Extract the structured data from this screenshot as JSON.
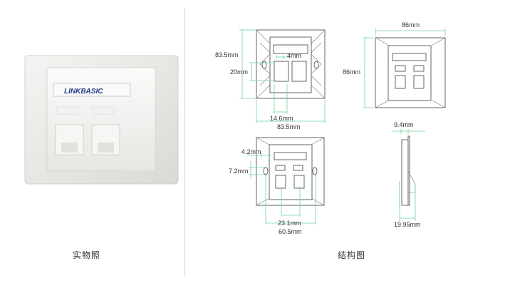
{
  "photo": {
    "brand": "LINKBASIC",
    "caption": "实物照"
  },
  "drawings": {
    "caption": "结构图",
    "back_view": {
      "height": "83.5mm",
      "width": "83.5mm",
      "port_height": "20mm",
      "port_gap": "4mm",
      "port_width": "14.6mm"
    },
    "front_view": {
      "width": "86mm",
      "height": "86mm"
    },
    "front_holes_view": {
      "label_offset": "4.2mm",
      "hole_height": "7.2mm",
      "port_pitch": "23.1mm",
      "hole_spacing": "60.5mm"
    },
    "side_view": {
      "front_depth": "9.4mm",
      "total_depth": "19.95mm"
    }
  },
  "colors": {
    "dimension": "#6fd49a"
  }
}
